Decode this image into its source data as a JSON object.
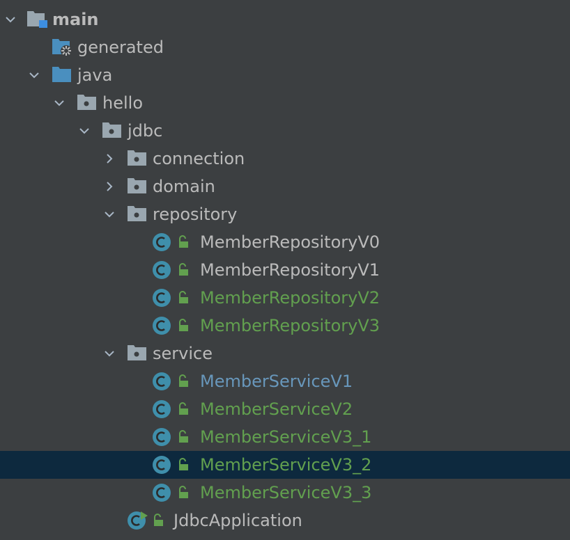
{
  "tree": {
    "main": {
      "label": "main",
      "icon": "source-root-folder-icon"
    },
    "generated": {
      "label": "generated",
      "icon": "generated-sources-folder-icon"
    },
    "java": {
      "label": "java",
      "icon": "source-folder-icon"
    },
    "hello": {
      "label": "hello",
      "icon": "package-icon"
    },
    "jdbc": {
      "label": "jdbc",
      "icon": "package-icon"
    },
    "connection": {
      "label": "connection",
      "icon": "package-icon"
    },
    "domain": {
      "label": "domain",
      "icon": "package-icon"
    },
    "repository": {
      "label": "repository",
      "icon": "package-icon"
    },
    "repositoryClasses": [
      {
        "label": "MemberRepositoryV0",
        "status": "unchanged"
      },
      {
        "label": "MemberRepositoryV1",
        "status": "unchanged"
      },
      {
        "label": "MemberRepositoryV2",
        "status": "added"
      },
      {
        "label": "MemberRepositoryV3",
        "status": "added"
      }
    ],
    "service": {
      "label": "service",
      "icon": "package-icon"
    },
    "serviceClasses": [
      {
        "label": "MemberServiceV1",
        "status": "modified"
      },
      {
        "label": "MemberServiceV2",
        "status": "added"
      },
      {
        "label": "MemberServiceV3_1",
        "status": "added"
      },
      {
        "label": "MemberServiceV3_2",
        "status": "added",
        "selected": true
      },
      {
        "label": "MemberServiceV3_3",
        "status": "added"
      }
    ],
    "app": {
      "label": "JdbcApplication",
      "icon": "spring-boot-application-class-icon",
      "status": "unchanged"
    }
  },
  "colors": {
    "background": "#3c3f41",
    "selection": "#0d293e",
    "text_default": "#bbbbbb",
    "text_added": "#62a04f",
    "text_modified": "#6897bb",
    "folder": "#4a8fbf",
    "package": "#9aa7b0",
    "class_icon": "#3f8fab"
  }
}
